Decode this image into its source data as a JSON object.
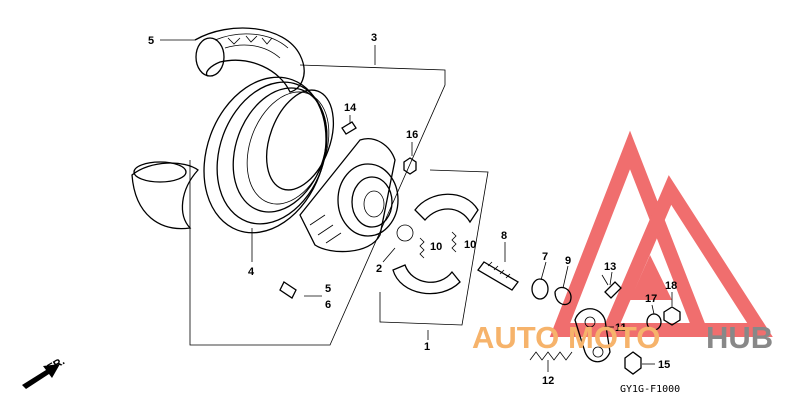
{
  "diagram_code": "GY1G-F1000",
  "front_label": "FR.",
  "watermark": {
    "text_a": "AUTO",
    "text_b": "MOTO",
    "text_c": "HUB",
    "color_red": "#ee5555",
    "color_orange": "#f6b36b",
    "color_gray": "#888888"
  },
  "callouts": {
    "c1": "1",
    "c2": "2",
    "c3": "3",
    "c4": "4",
    "c5a": "5",
    "c5b": "5",
    "c6": "6",
    "c7": "7",
    "c8": "8",
    "c9": "9",
    "c10a": "10",
    "c10b": "10",
    "c11": "11",
    "c12": "12",
    "c13": "13",
    "c14": "14",
    "c15": "15",
    "c16": "16",
    "c17": "17",
    "c18": "18"
  }
}
